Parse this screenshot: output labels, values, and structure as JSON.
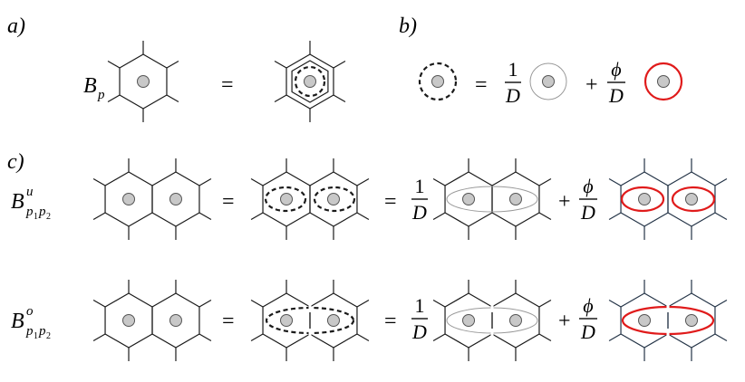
{
  "colors": {
    "line": "#1a1a1a",
    "plaquette_edge": "#243447",
    "dot_fill": "#c8c8c8",
    "dot_stroke": "#555555",
    "gray_loop": "#9a9a9a",
    "red_loop": "#e01b1b"
  },
  "panels": {
    "a": "a)",
    "b": "b)",
    "c": "c)"
  },
  "symbols": {
    "B": "B",
    "p_sub": "p",
    "u_sup": "u",
    "o_sup": "o",
    "p1p2_sub": "p",
    "sub1": "1",
    "sub2": "2",
    "equals": "=",
    "plus": "+",
    "one": "1",
    "D": "D",
    "phi": "ϕ"
  }
}
